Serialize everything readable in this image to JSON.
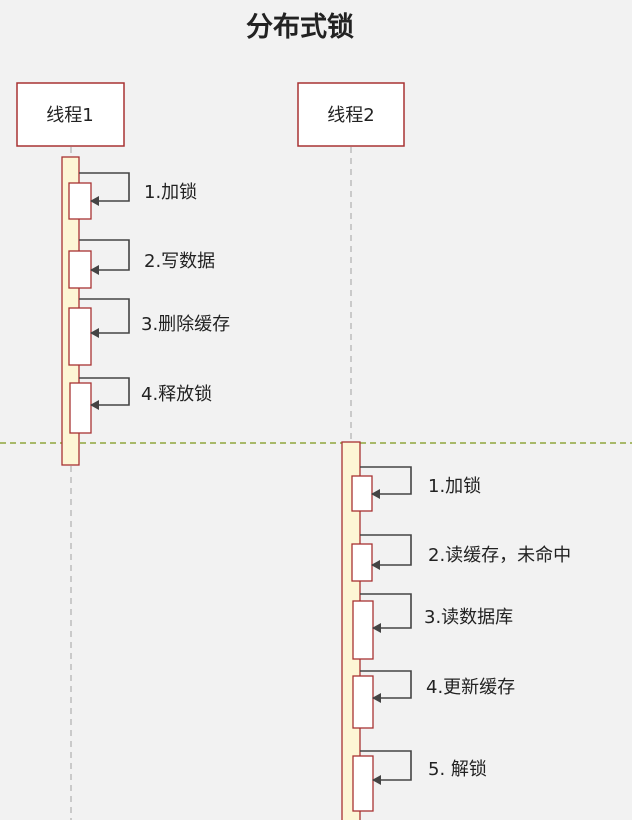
{
  "title": "分布式锁",
  "colors": {
    "background": "#f2f2f2",
    "actor_border": "#a83232",
    "actor_fill": "#ffffff",
    "activation_fill": "#fdf6d5",
    "activation_border": "#a83232",
    "self_call_box_fill": "#ffffff",
    "lifeline": "#b0b0b0",
    "arrow": "#444444",
    "separator": "#8fa63c",
    "text": "#222222"
  },
  "participants": [
    {
      "name": "线程1",
      "messages": [
        "1.加锁",
        "2.写数据",
        "3.删除缓存",
        "4.释放锁"
      ]
    },
    {
      "name": "线程2",
      "messages": [
        "1.加锁",
        "2.读缓存，未命中",
        "3.读数据库",
        "4.更新缓存",
        "5. 解锁"
      ]
    }
  ]
}
